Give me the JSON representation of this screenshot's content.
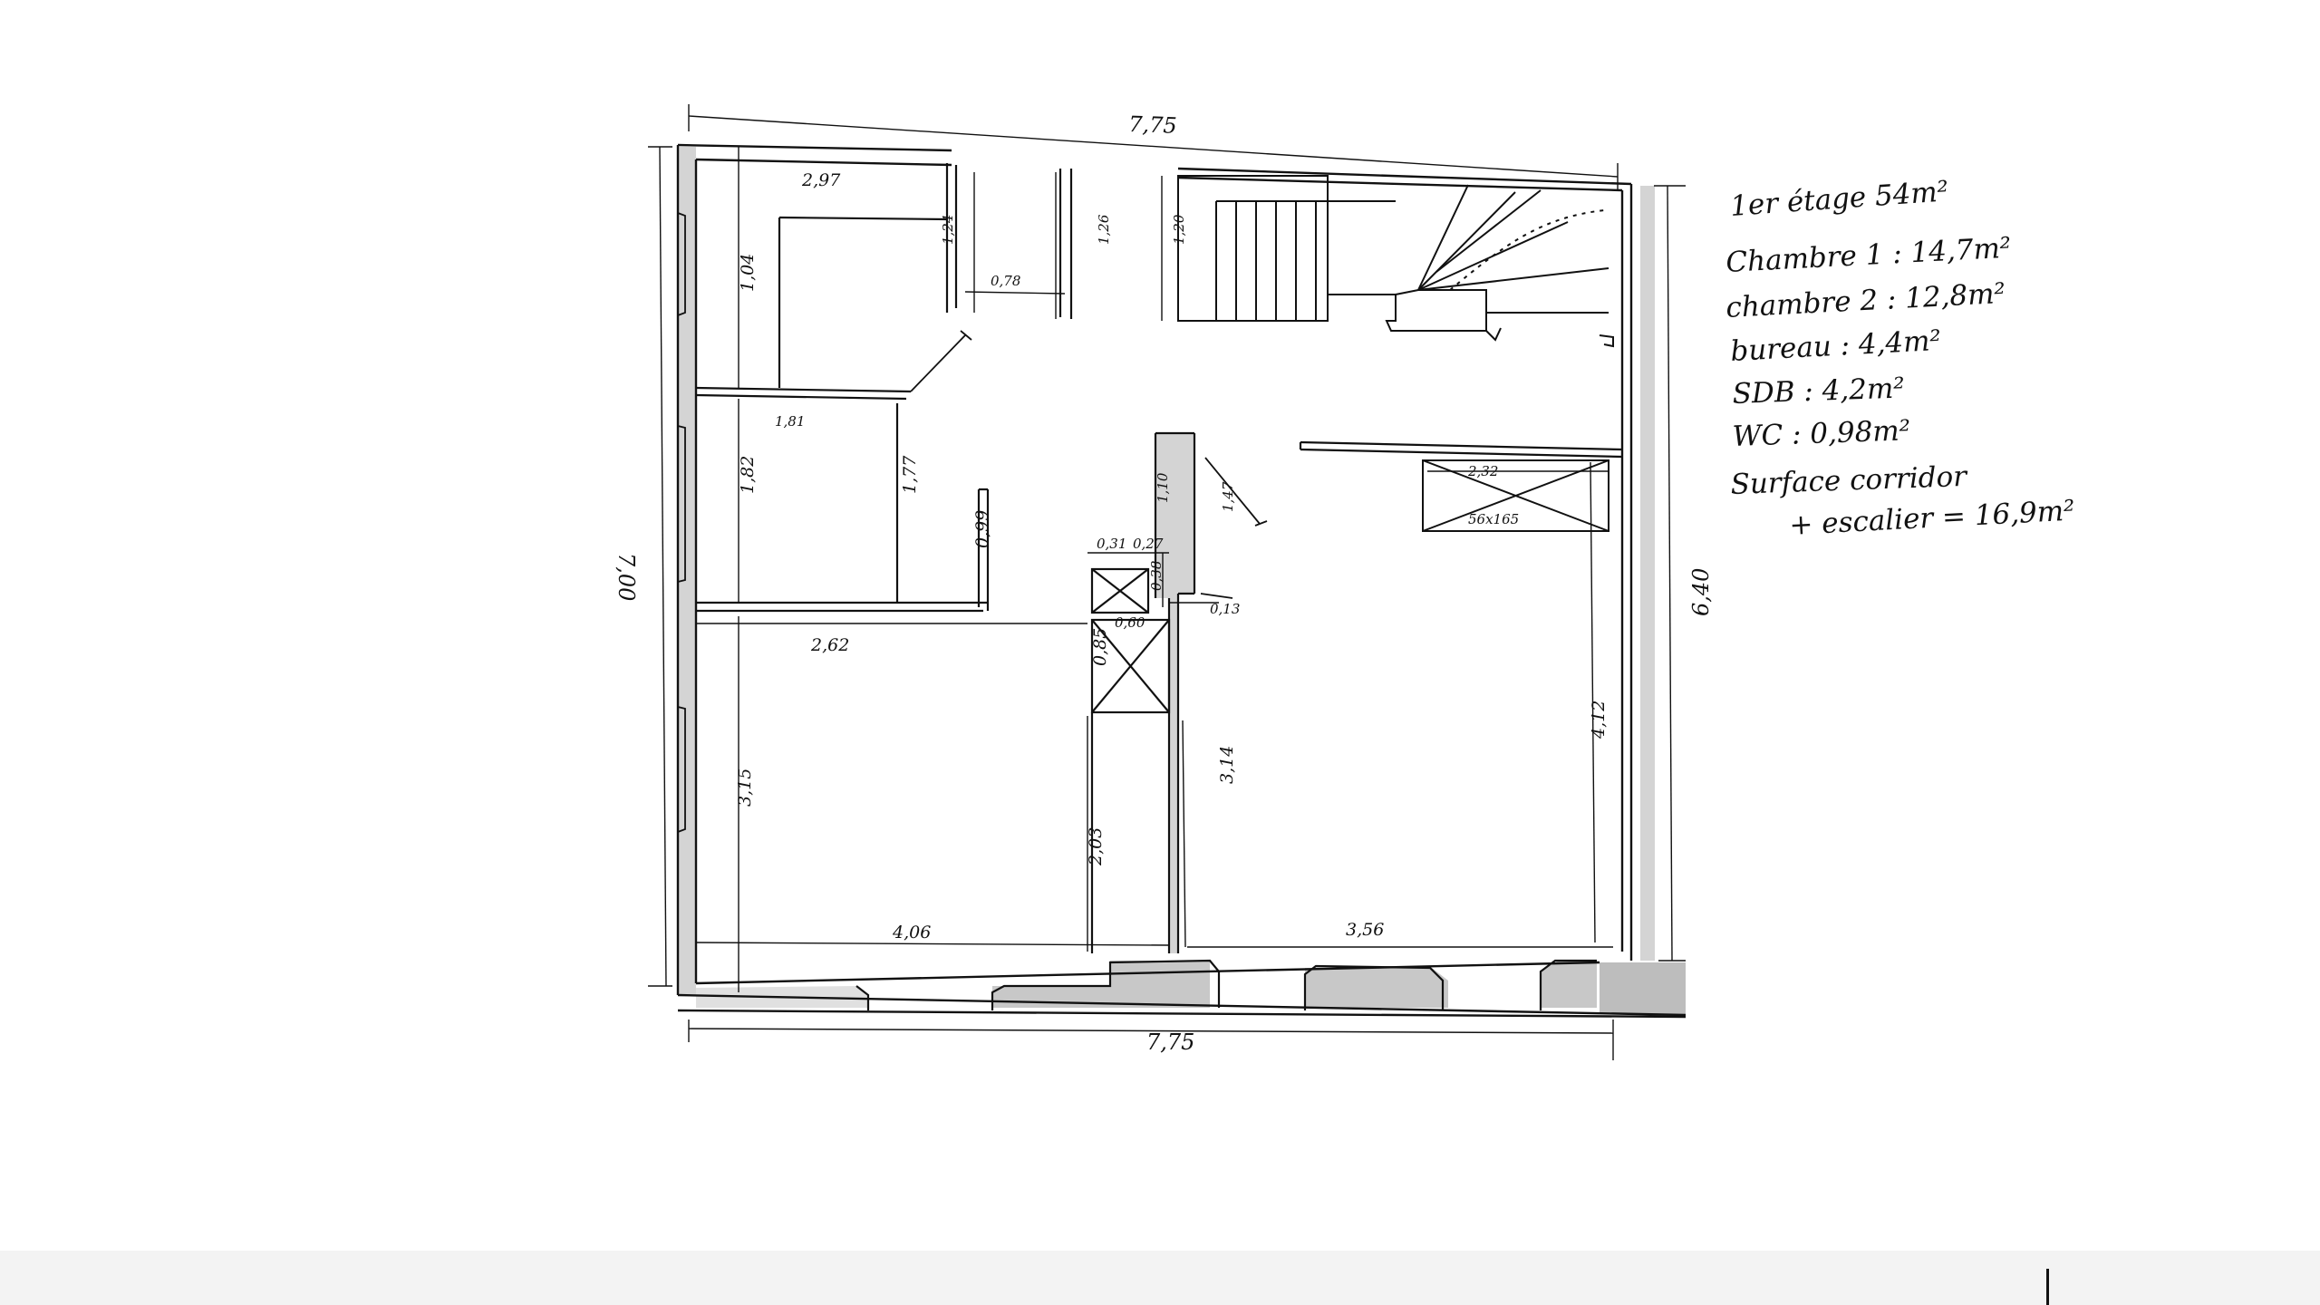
{
  "plan": {
    "dimensions": {
      "top_width": "7,75",
      "bottom_width": "7,75",
      "left_height": "7,00",
      "right_height": "6,40",
      "bedroom1_width": "2,97",
      "bedroom1_depth": "1,04",
      "closet_depth": "1,24",
      "closet_width": "0,78",
      "closet_side": "1,26",
      "stair_depth": "1,20",
      "bureau_width": "1,81",
      "bureau_height_left": "1,82",
      "bureau_height_right": "1,77",
      "partition_stub": "0,99",
      "corridor_width": "2,62",
      "wc_wall": "1,10",
      "door_swing": "1,47",
      "wc_a": "0,31",
      "wc_b": "0,27",
      "wc_c": "0,38",
      "wc_d": "0,60",
      "wc_e": "0,13",
      "shower_height": "0,85",
      "bath_width": "2,32",
      "bath_size": "56x165",
      "room_left_height": "3,15",
      "room_left_height2": "2,03",
      "room_left_width": "4,06",
      "room_right_wall": "3,14",
      "room_right_height": "4,12",
      "room_right_width": "3,56"
    }
  },
  "notes": {
    "title": "1er étage 54m²",
    "chambre1": "Chambre 1 : 14,7m²",
    "chambre2": "chambre 2 : 12,8m²",
    "bureau": "bureau : 4,4m²",
    "sdb": "SDB : 4,2m²",
    "wc": "WC : 0,98m²",
    "corridor1": "Surface corridor",
    "corridor2": "+ escalier = 16,9m²"
  }
}
